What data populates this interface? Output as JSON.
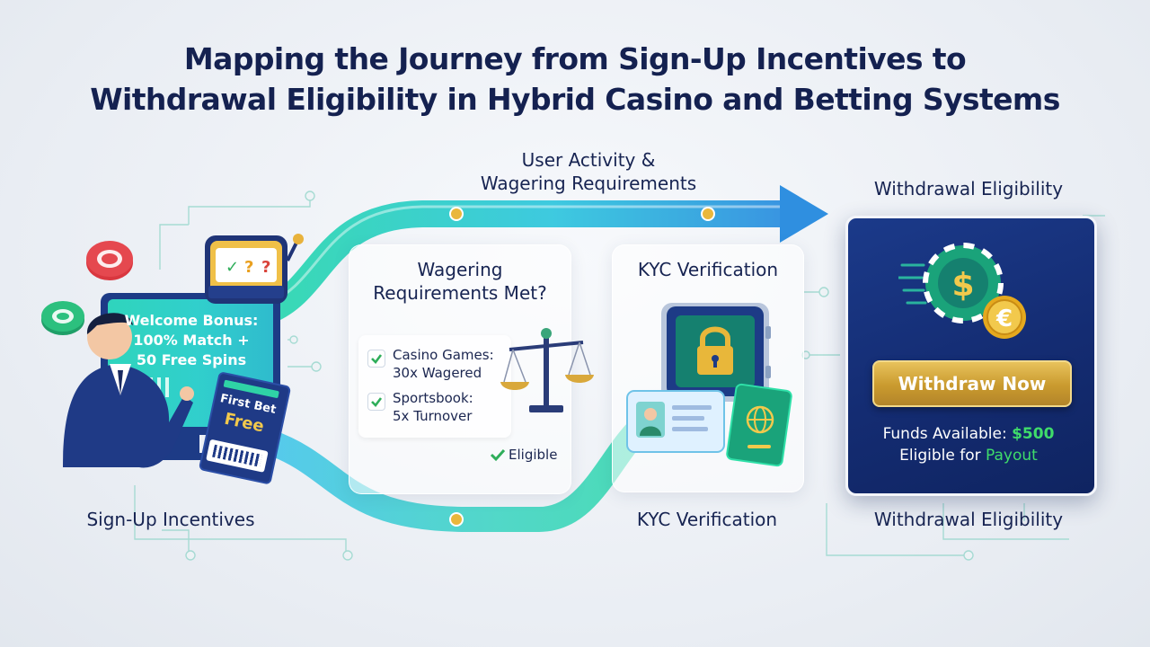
{
  "title": {
    "line1": "Mapping the Journey from Sign-Up Incentives to",
    "line2": "Withdrawal Eligibility in Hybrid Casino and Betting Systems"
  },
  "flow": {
    "top_label_line1": "User Activity &",
    "top_label_line2": "Wagering Requirements"
  },
  "signup": {
    "screen_line1": "Welcome Bonus:",
    "screen_line2": "100% Match +",
    "screen_line3": "50 Free Spins",
    "ticket_line1": "First Bet",
    "ticket_line2": "Free",
    "caption": "Sign-Up Incentives"
  },
  "wagering": {
    "title_line1": "Wagering",
    "title_line2": "Requirements Met?",
    "items": [
      {
        "line1": "Casino Games:",
        "line2": "30x Wagered"
      },
      {
        "line1": "Sportsbook:",
        "line2": "5x Turnover"
      }
    ],
    "status": "Eligible"
  },
  "kyc": {
    "card_title": "KYC Verification",
    "caption": "KYC Verification"
  },
  "withdrawal": {
    "heading": "Withdrawal Eligibility",
    "button": "Withdraw Now",
    "funds_label": "Funds Available:",
    "funds_amount": "$500",
    "eligible_label": "Eligible for",
    "eligible_value": "Payout",
    "caption": "Withdrawal Eligibility"
  },
  "colors": {
    "navy": "#142150",
    "teal": "#2fd6b6",
    "gold": "#d4a640",
    "green": "#3fdc6a"
  }
}
